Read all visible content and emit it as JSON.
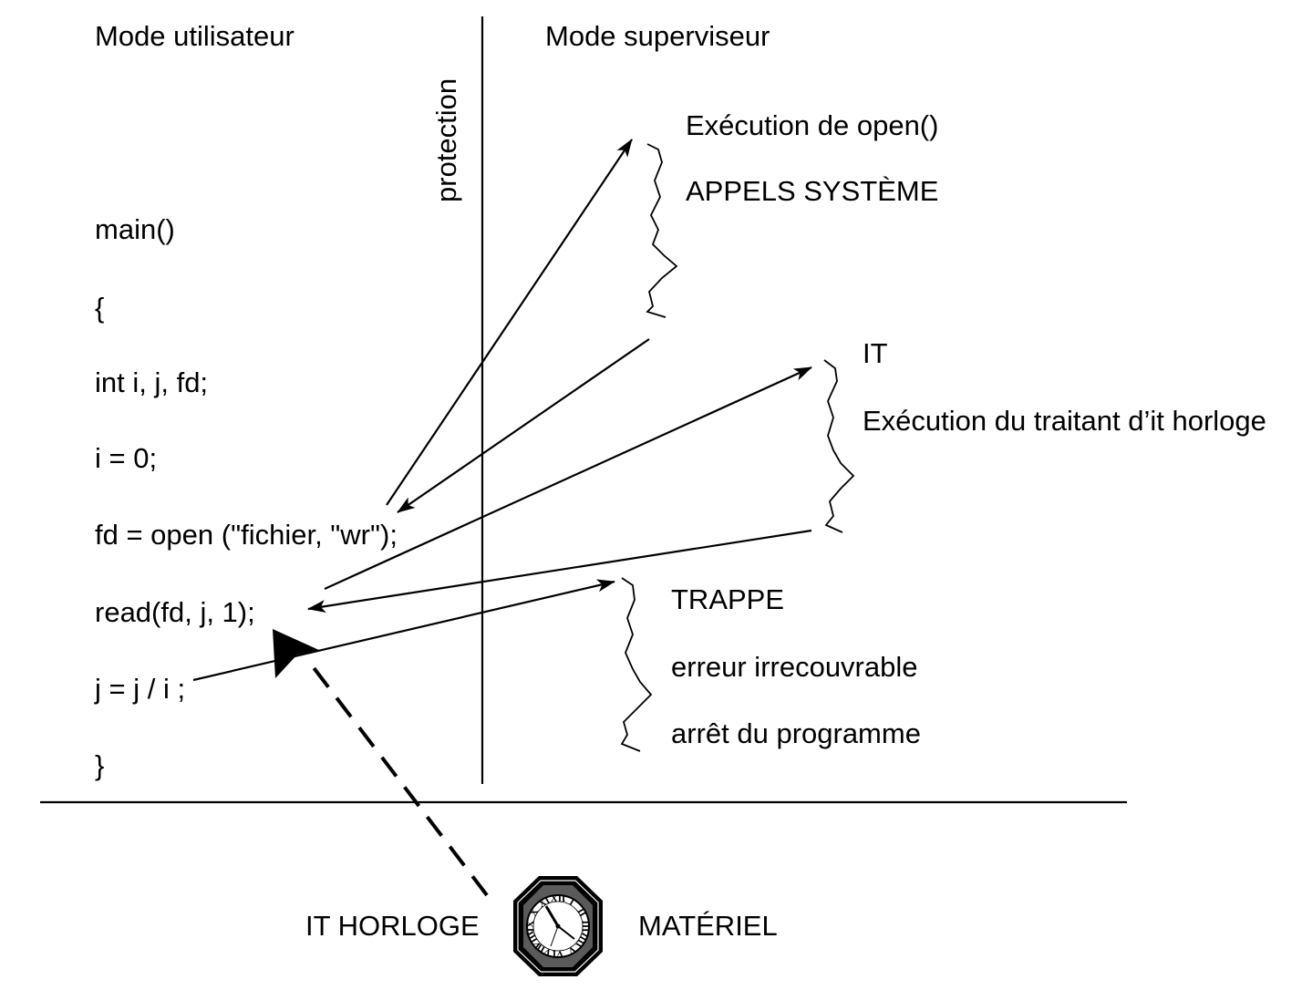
{
  "modes": {
    "user": "Mode utilisateur",
    "supervisor": "Mode superviseur",
    "protection": "protection"
  },
  "code_lines": [
    "main()",
    "{",
    "int i, j, fd;",
    "i = 0;",
    "fd = open (\"fichier, \"wr\");",
    "read(fd, j, 1);",
    "j = j / i ;",
    "}"
  ],
  "syscall": {
    "line1": "Exécution de open()",
    "line2": "APPELS SYSTÈME"
  },
  "interrupt": {
    "line1": "IT",
    "line2": "Exécution du traitant d’it horloge"
  },
  "trap": {
    "line1": "TRAPPE",
    "line2": "erreur irrecouvrable",
    "line3": "arrêt du programme"
  },
  "hardware": {
    "clock_label": "IT HORLOGE",
    "hardware_label": "MATÉRIEL",
    "clock_icon": "clock-icon",
    "clock_numerals": [
      "XII",
      "I",
      "II",
      "III",
      "IIII",
      "V",
      "VI",
      "VII",
      "VIII",
      "IX",
      "X",
      "XI"
    ]
  },
  "colors": {
    "ink": "#000000",
    "background": "#ffffff"
  }
}
